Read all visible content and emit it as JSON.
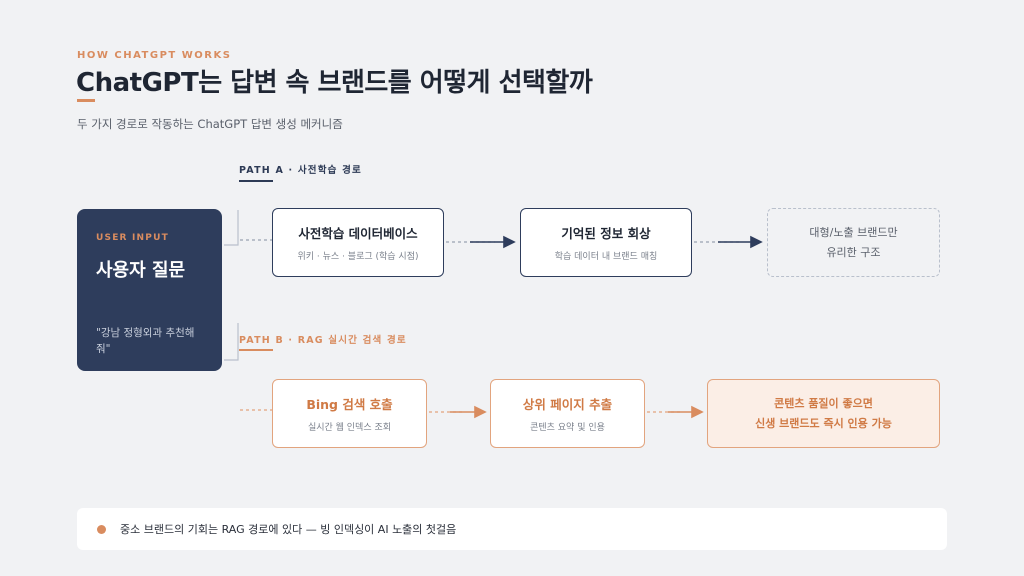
{
  "header": {
    "eyebrow": "HOW CHATGPT WORKS",
    "title": "ChatGPT는 답변 속 브랜드를 어떻게 선택할까",
    "subtitle": "두 가지 경로로 작동하는 ChatGPT 답변 생성 메커니즘"
  },
  "user_input": {
    "eyebrow": "USER INPUT",
    "title": "사용자 질문",
    "quote": "\"강남 정형외과 추천해줘\""
  },
  "path_a": {
    "label": "PATH A · 사전학습 경로",
    "color": "#2e3d5c",
    "steps": [
      {
        "title": "사전학습 데이터베이스",
        "sub": "위키 · 뉴스 · 블로그 (학습 시점)"
      },
      {
        "title": "기억된 정보 회상",
        "sub": "학습 데이터 내 브랜드 매칭"
      }
    ],
    "result": [
      "대형/노출 브랜드만",
      "유리한 구조"
    ]
  },
  "path_b": {
    "label": "PATH B · RAG 실시간 검색 경로",
    "color": "#d98c5f",
    "steps": [
      {
        "title": "Bing 검색 호출",
        "sub": "실시간 웹 인덱스 조회"
      },
      {
        "title": "상위 페이지 추출",
        "sub": "콘텐츠 요약 및 인용"
      }
    ],
    "result": [
      "콘텐츠 품질이 좋으면",
      "신생 브랜드도 즉시 인용 가능"
    ]
  },
  "footer": {
    "text": "중소 브랜드의 기회는 RAG 경로에 있다 — 빙 인덱싱이 AI 노출의 첫걸음"
  }
}
